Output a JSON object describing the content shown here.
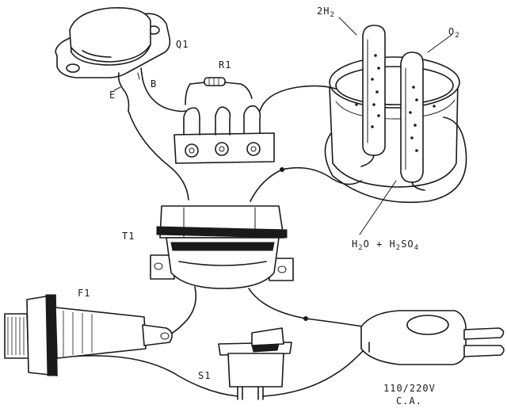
{
  "labels": {
    "q1": "Q1",
    "r1": "R1",
    "b": "B",
    "e": "E",
    "h2": "2H",
    "h2_sub": "2",
    "o2": "O",
    "o2_sub": "2",
    "t1": "T1",
    "f1": "F1",
    "s1": "S1",
    "electrolyte": "H",
    "electrolyte_sub1": "2",
    "electrolyte_mid": "O + H",
    "electrolyte_sub2": "2",
    "electrolyte_end": "SO",
    "electrolyte_sub3": "4",
    "voltage": "110/220V",
    "ca": "C.A."
  }
}
